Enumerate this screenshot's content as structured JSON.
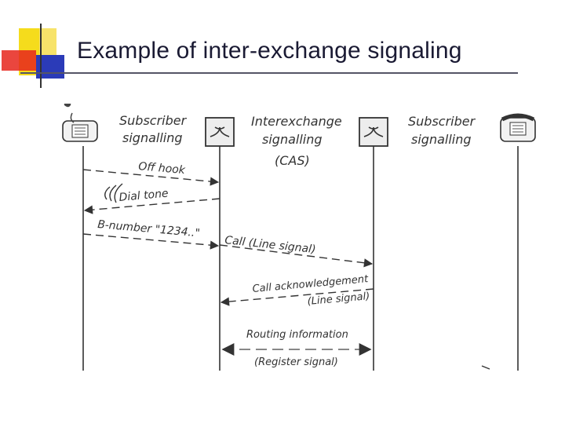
{
  "slide": {
    "title": "Example of inter-exchange signaling",
    "accent_colors": {
      "yellow": "#f5dc1c",
      "red": "#e6261c",
      "blue": "#2b3bb8",
      "rule": "#555566"
    }
  },
  "diagram": {
    "icons": [
      "phone-offhook-icon",
      "switch-icon",
      "switch-icon",
      "phone-onhook-icon"
    ],
    "headers": {
      "left": [
        "Subscriber",
        "signalling"
      ],
      "middle": [
        "Interexchange",
        "signalling",
        "(CAS)"
      ],
      "right": [
        "Subscriber",
        "signalling"
      ]
    },
    "messages": [
      {
        "label": "Off hook",
        "from": "subscriber-a",
        "to": "exchange-a"
      },
      {
        "label": "Dial tone",
        "from": "exchange-a",
        "to": "subscriber-a"
      },
      {
        "label": "B-number \"1234..\"",
        "from": "subscriber-a",
        "to": "exchange-a"
      },
      {
        "label": "Call (Line signal)",
        "from": "exchange-a",
        "to": "exchange-b"
      },
      {
        "label": "Call acknowledgement",
        "label2": "(Line signal)",
        "from": "exchange-b",
        "to": "exchange-a"
      },
      {
        "label": "Routing information",
        "label2": "(Register signal)",
        "from": "exchange-a",
        "to": "exchange-b",
        "bidirectional": true
      }
    ]
  }
}
